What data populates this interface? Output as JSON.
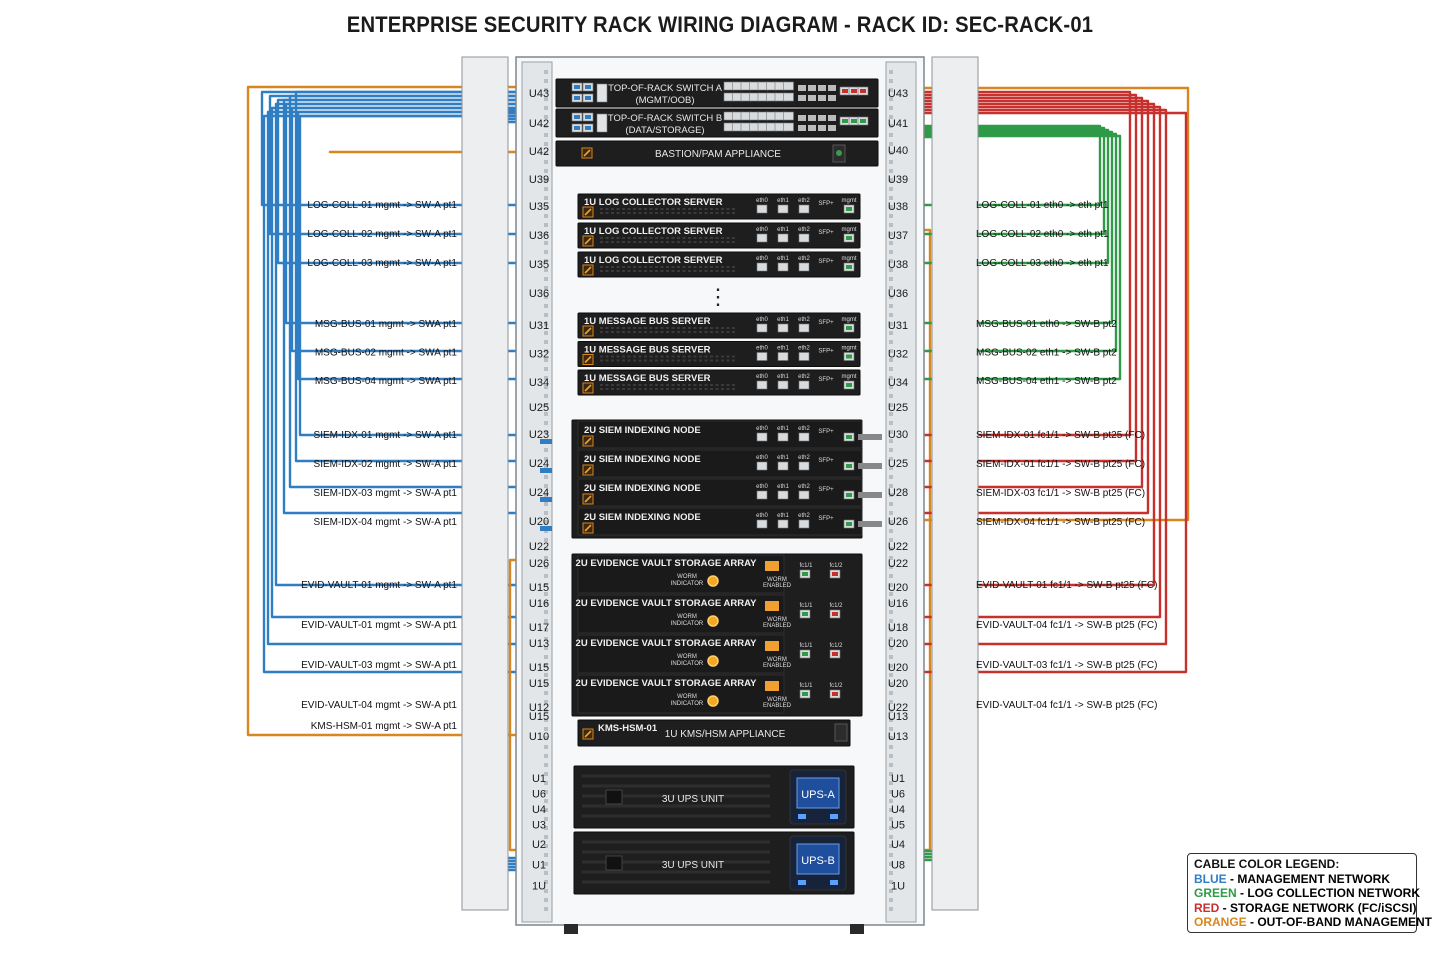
{
  "title": "ENTERPRISE SECURITY RACK WIRING DIAGRAM - RACK ID: SEC-RACK-01",
  "colors": {
    "mgmt": "#2f7ec4",
    "log": "#2f9a48",
    "storage": "#c8302e",
    "oob": "#d8861e",
    "device": "#1e1e1e",
    "rail": "#e6e8ea"
  },
  "switches": [
    {
      "label1": "TOP-OF-RACK SWITCH A",
      "label2": "(MGMT/OOB)",
      "u": "U43",
      "u_right": "U43"
    },
    {
      "label1": "TOP-OF-RACK SWITCH B",
      "label2": "(DATA/STORAGE)",
      "u": "U42",
      "u_right": "U41"
    }
  ],
  "bastion": {
    "label": "BASTION/PAM APPLIANCE",
    "u": "U42",
    "u_right": "U40"
  },
  "slots": {
    "u39_left": "U39",
    "u39_right": "U39",
    "u36_left": "U36",
    "u36_right": "U36",
    "u25_left": "U25",
    "u25_right": "U25",
    "u22_left": "U22",
    "u22_right": "U22"
  },
  "log_servers": [
    {
      "label": "1U LOG COLLECTOR SERVER",
      "u": "U35",
      "u_right": "U38",
      "left": "LOG-COLL-01 mgmt -> SW-A pt1",
      "right": "LOG-COLL-01 eth0 -> eth pt1"
    },
    {
      "label": "1U LOG COLLECTOR SERVER",
      "u": "U36",
      "u_right": "U37",
      "left": "LOG-COLL-02 mgmt -> SW-A pt1",
      "right": "LOG-COLL-02 eth0 -> eth pt1"
    },
    {
      "label": "1U LOG COLLECTOR SERVER",
      "u": "U35",
      "u_right": "U38",
      "left": "LOG-COLL-03 mgmt -> SW-A pt1",
      "right": "LOG-COLL-03 eth0 -> eth pt1"
    }
  ],
  "msg_servers": [
    {
      "label": "1U MESSAGE BUS SERVER",
      "u": "U31",
      "u_right": "U31",
      "left": "MSG-BUS-01 mgmt -> SWA pt1",
      "right": "MSG-BUS-01 eth0 -> SW-B pt2"
    },
    {
      "label": "1U MESSAGE BUS SERVER",
      "u": "U32",
      "u_right": "U32",
      "left": "MSG-BUS-02 mgmt -> SWA pt1",
      "right": "MSG-BUS-02 eth1 -> SW-B pt2"
    },
    {
      "label": "1U MESSAGE BUS SERVER",
      "u": "U34",
      "u_right": "U34",
      "left": "MSG-BUS-04 mgmt -> SWA pt1",
      "right": "MSG-BUS-04 eth1 -> SW-B pt2"
    }
  ],
  "siem_nodes": [
    {
      "label": "2U SIEM INDEXING NODE",
      "u": "U23",
      "u_right": "U30",
      "left": "SIEM-IDX-01 mgmt -> SW-A pt1",
      "right": "SIEM-IDX-01 fc1/1 -> SW-B pt25 (FC)"
    },
    {
      "label": "2U SIEM INDEXING NODE",
      "u": "U24",
      "u_right": "U25",
      "left": "SIEM-IDX-02 mgmt -> SW-A pt1",
      "right": "SIEM-IDX-01 fc1/1 -> SW-B pt25 (FC)"
    },
    {
      "label": "2U SIEM INDEXING NODE",
      "u": "U24",
      "u_right": "U28",
      "left": "SIEM-IDX-03 mgmt -> SW-A pt1",
      "right": "SIEM-IDX-03 fc1/1 -> SW-B pt25 (FC)"
    },
    {
      "label": "2U SIEM INDEXING NODE",
      "u": "U20",
      "u_right": "U26",
      "left": "SIEM-IDX-04 mgmt -> SW-A pt1",
      "right": "SIEM-IDX-04 fc1/1 -> SW-B pt25 (FC)"
    }
  ],
  "vaults": [
    {
      "label": "2U EVIDENCE VAULT STORAGE ARRAY",
      "u_top": "U26",
      "u": "U15",
      "u_right_top": "U22",
      "u_right": "U20",
      "left": "EVID-VAULT-01 mgmt -> SW-A pt1",
      "right": "EVID-VAULT-01 fc1/1 -> SW-B pt25 (FC)"
    },
    {
      "label": "2U EVIDENCE VAULT STORAGE ARRAY",
      "u_top": "U16",
      "u": "U17",
      "u_right_top": "U16",
      "u_right": "U18",
      "left": "EVID-VAULT-01 mgmt -> SW-A pt1",
      "right": "EVID-VAULT-04 fc1/1 -> SW-B pt25 (FC)"
    },
    {
      "label": "2U EVIDENCE VAULT STORAGE ARRAY",
      "u_top": "U13",
      "u": "U15",
      "u_right_top": "U20",
      "u_right": "U20",
      "left": "EVID-VAULT-03 mgmt -> SW-A pt1",
      "right": "EVID-VAULT-03 fc1/1 -> SW-B pt25 (FC)"
    },
    {
      "label": "2U EVIDENCE VAULT STORAGE ARRAY",
      "u_top": "U15",
      "u": "U12",
      "u_right_top": "U20",
      "u_right": "U22",
      "left": "EVID-VAULT-04 mgmt -> SW-A pt1",
      "right": "EVID-VAULT-04 fc1/1 -> SW-B pt25 (FC)"
    }
  ],
  "vault_extra_u": {
    "left": "U15",
    "right": "U13"
  },
  "worm_text1": "WORM",
  "worm_text2": "INDICATOR",
  "worm_enabled1": "WORM",
  "worm_enabled2": "ENABLED",
  "fc_ports": [
    "fc1/1",
    "fc1/2"
  ],
  "port_labels": [
    "eth0",
    "eth1",
    "eth2",
    "SFP+",
    "mgmt"
  ],
  "kms": {
    "name": "KMS-HSM-01",
    "label": "1U KMS/HSM APPLIANCE",
    "u": "U10",
    "u_right": "U13",
    "left": "KMS-HSM-01 mgmt -> SW-A pt1"
  },
  "ups": [
    {
      "label": "3U UPS UNIT",
      "display": "UPS-A",
      "u_list": [
        "U1",
        "U6",
        "U4",
        "U3"
      ],
      "u_list_right": [
        "U1",
        "U6",
        "U4",
        "U5"
      ]
    },
    {
      "label": "3U UPS UNIT",
      "display": "UPS-B",
      "u_list": [
        "U2",
        "U1",
        "1U"
      ],
      "u_list_right": [
        "U4",
        "U8",
        "1U"
      ]
    }
  ],
  "legend": {
    "title": "CABLE COLOR LEGEND:",
    "items": [
      {
        "key": "BLUE",
        "text": " - MANAGEMENT NETWORK",
        "color": "#2f7ec4"
      },
      {
        "key": "GREEN",
        "text": " - LOG COLLECTION NETWORK",
        "color": "#2f9a48"
      },
      {
        "key": "RED",
        "text": " - STORAGE NETWORK (FC/iSCSI)",
        "color": "#c8302e"
      },
      {
        "key": "ORANGE",
        "text": " - OUT-OF-BAND MANAGEMENT",
        "color": "#d8861e"
      }
    ]
  }
}
